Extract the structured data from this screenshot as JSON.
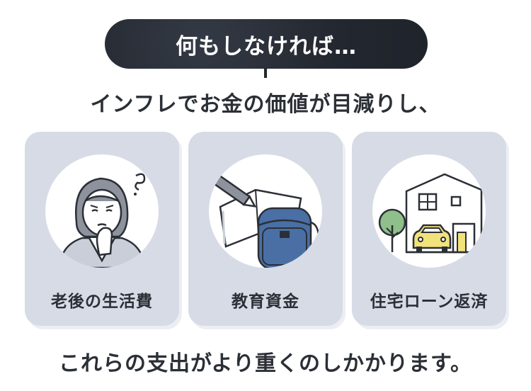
{
  "banner": {
    "text": "何もしなければ…"
  },
  "subheading": "インフレでお金の価値が目減りし、",
  "cards": [
    {
      "label": "老後の生活費",
      "icon": "worried-elderly-person-icon"
    },
    {
      "label": "教育資金",
      "icon": "school-bag-notebook-icon"
    },
    {
      "label": "住宅ローン返済",
      "icon": "house-car-icon"
    }
  ],
  "footer": "これらの支出がより重くのしかかります。",
  "colors": {
    "banner_bg": "#23272f",
    "card_bg": "#d7dbe6",
    "text": "#2b2f36",
    "accent_yellow": "#f2e27a",
    "accent_green": "#8fbf8a",
    "bag_blue": "#4a6fa5"
  }
}
